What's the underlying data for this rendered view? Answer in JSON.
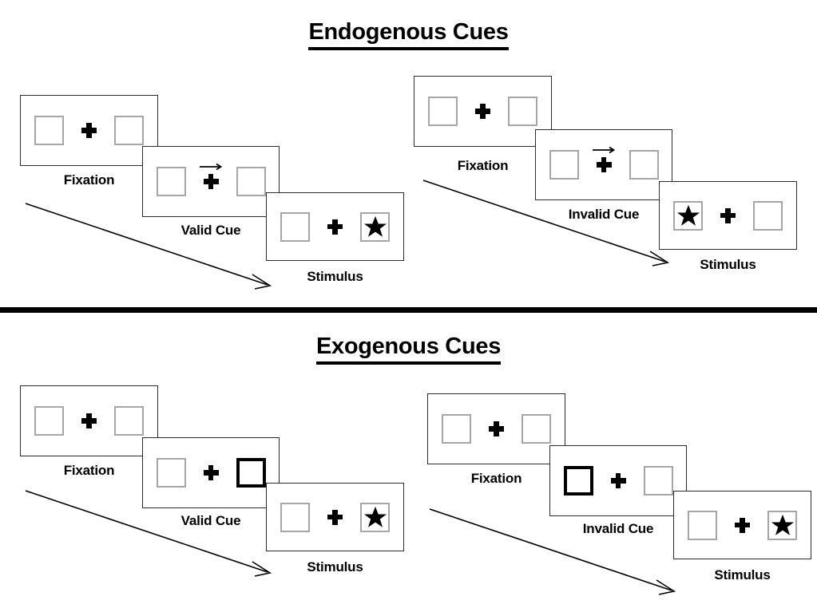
{
  "page": {
    "background": "#ffffff",
    "text_color": "#000000",
    "box_border_color": "#a6a6a6",
    "highlight_border_color": "#000000",
    "frame_border_color": "#2b2b2b"
  },
  "sections": [
    {
      "id": "endogenous",
      "title": "Endogenous Cues",
      "sequences": [
        {
          "id": "endogenous-valid",
          "cue_type": "valid",
          "panels": [
            {
              "caption": "Fixation",
              "left_box": {
                "highlight": false,
                "content": "empty"
              },
              "right_box": {
                "highlight": false,
                "content": "empty"
              },
              "cue_arrow": "none"
            },
            {
              "caption": "Valid Cue",
              "left_box": {
                "highlight": false,
                "content": "empty"
              },
              "right_box": {
                "highlight": false,
                "content": "empty"
              },
              "cue_arrow": "right-arrow-icon"
            },
            {
              "caption": "Stimulus",
              "left_box": {
                "highlight": false,
                "content": "empty"
              },
              "right_box": {
                "highlight": false,
                "content": "star-icon"
              },
              "cue_arrow": "none"
            }
          ],
          "flow_arrow": "diagonal-down-right-arrow-icon"
        },
        {
          "id": "endogenous-invalid",
          "cue_type": "invalid",
          "panels": [
            {
              "caption": "Fixation",
              "left_box": {
                "highlight": false,
                "content": "empty"
              },
              "right_box": {
                "highlight": false,
                "content": "empty"
              },
              "cue_arrow": "none"
            },
            {
              "caption": "Invalid Cue",
              "left_box": {
                "highlight": false,
                "content": "empty"
              },
              "right_box": {
                "highlight": false,
                "content": "empty"
              },
              "cue_arrow": "right-arrow-icon"
            },
            {
              "caption": "Stimulus",
              "left_box": {
                "highlight": false,
                "content": "star-icon"
              },
              "right_box": {
                "highlight": false,
                "content": "empty"
              },
              "cue_arrow": "none"
            }
          ],
          "flow_arrow": "diagonal-down-right-arrow-icon"
        }
      ]
    },
    {
      "id": "exogenous",
      "title": "Exogenous Cues",
      "sequences": [
        {
          "id": "exogenous-valid",
          "cue_type": "valid",
          "panels": [
            {
              "caption": "Fixation",
              "left_box": {
                "highlight": false,
                "content": "empty"
              },
              "right_box": {
                "highlight": false,
                "content": "empty"
              },
              "cue_arrow": "none"
            },
            {
              "caption": "Valid Cue",
              "left_box": {
                "highlight": false,
                "content": "empty"
              },
              "right_box": {
                "highlight": true,
                "content": "empty"
              },
              "cue_arrow": "none"
            },
            {
              "caption": "Stimulus",
              "left_box": {
                "highlight": false,
                "content": "empty"
              },
              "right_box": {
                "highlight": false,
                "content": "star-icon"
              },
              "cue_arrow": "none"
            }
          ],
          "flow_arrow": "diagonal-down-right-arrow-icon"
        },
        {
          "id": "exogenous-invalid",
          "cue_type": "invalid",
          "panels": [
            {
              "caption": "Fixation",
              "left_box": {
                "highlight": false,
                "content": "empty"
              },
              "right_box": {
                "highlight": false,
                "content": "empty"
              },
              "cue_arrow": "none"
            },
            {
              "caption": "Invalid Cue",
              "left_box": {
                "highlight": true,
                "content": "empty"
              },
              "right_box": {
                "highlight": false,
                "content": "empty"
              },
              "cue_arrow": "none"
            },
            {
              "caption": "Stimulus",
              "left_box": {
                "highlight": false,
                "content": "empty"
              },
              "right_box": {
                "highlight": false,
                "content": "star-icon"
              },
              "cue_arrow": "none"
            }
          ],
          "flow_arrow": "diagonal-down-right-arrow-icon"
        }
      ]
    }
  ]
}
